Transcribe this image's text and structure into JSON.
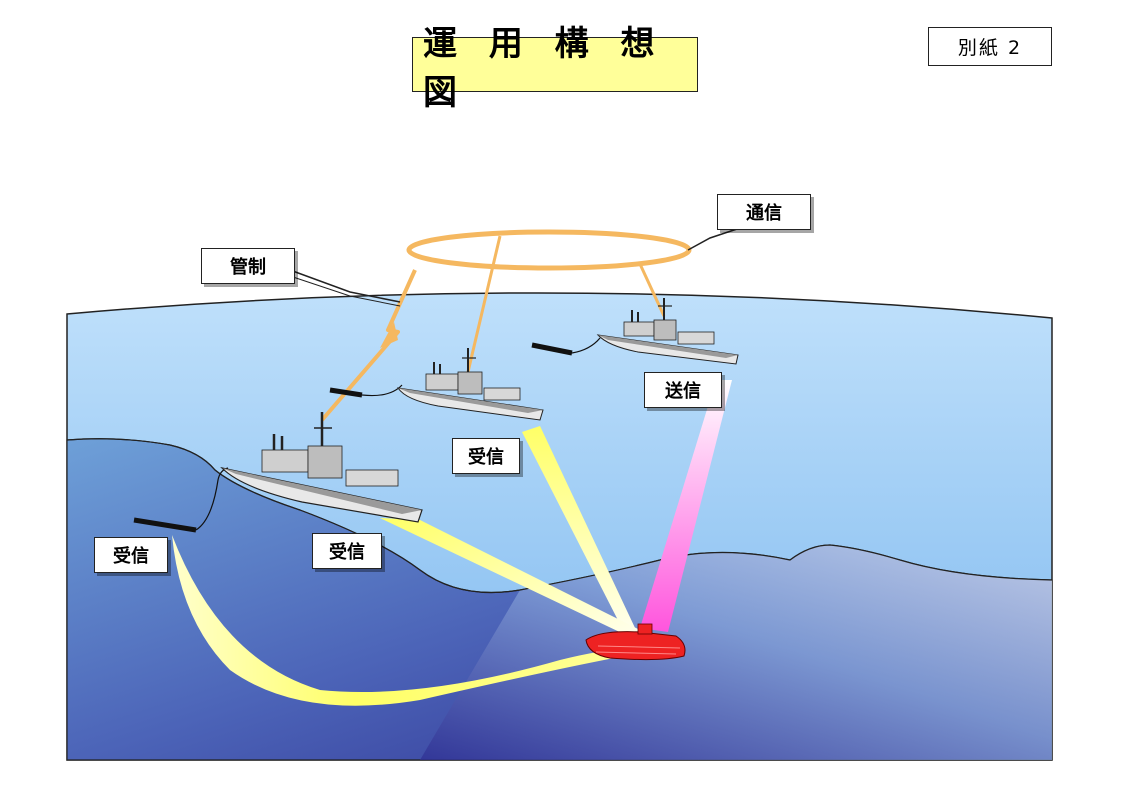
{
  "title": "運 用 構 想 図",
  "appendix": "別紙 2",
  "labels": {
    "communication": "通信",
    "control": "管制",
    "transmit": "送信",
    "receive_mid": "受信",
    "receive_near": "受信",
    "receive_far": "受信"
  },
  "colors": {
    "sea_surface": "#8fc3f3",
    "sea_deep": "#2b2a8c",
    "comm_ring": "#f5b860",
    "receive_beam": "#ffff88",
    "transmit_beam": "#ff66dd",
    "submarine": "#ee2222"
  }
}
